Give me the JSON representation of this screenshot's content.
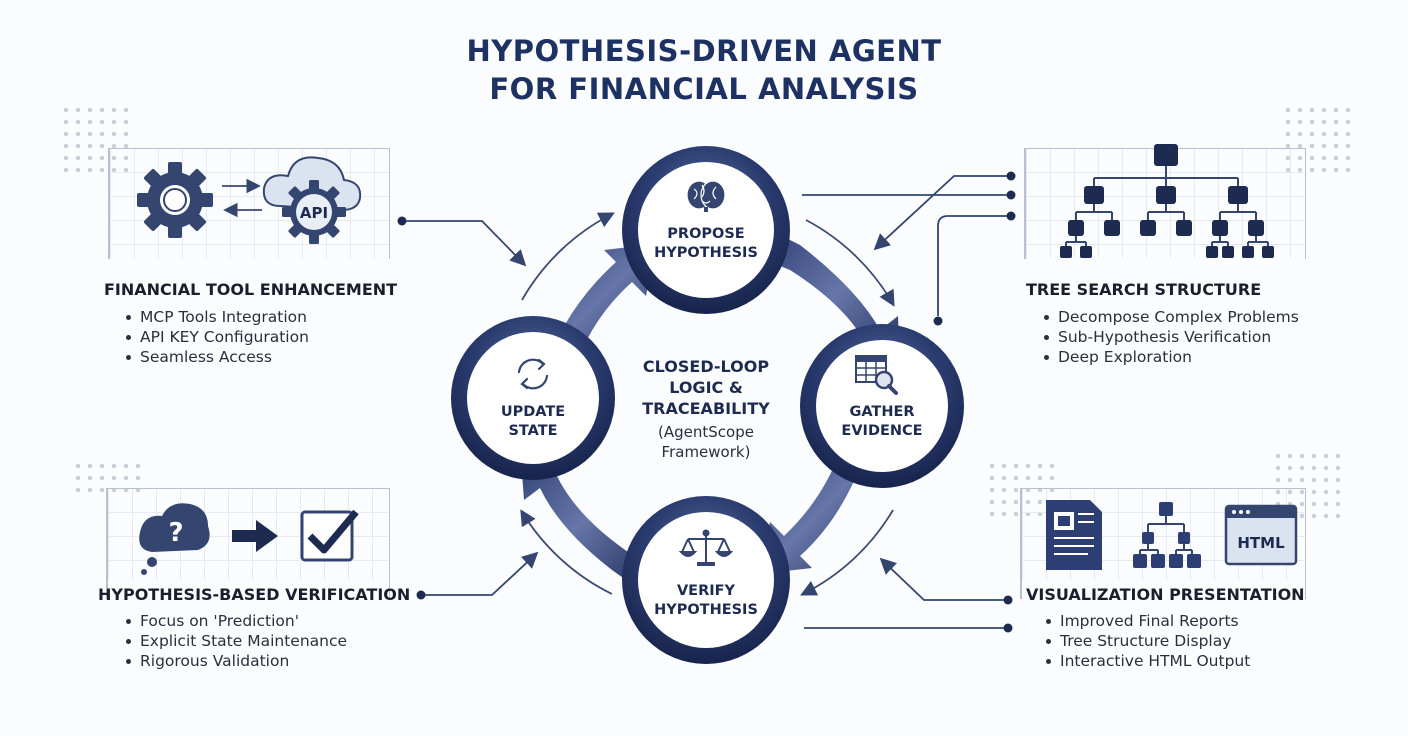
{
  "title": {
    "line1": "HYPOTHESIS-DRIVEN AGENT",
    "line2": "FOR FINANCIAL ANALYSIS"
  },
  "center": {
    "title_lines": [
      "CLOSED-LOOP",
      "LOGIC &",
      "TRACEABILITY"
    ],
    "subtitle_lines": [
      "(AgentScope",
      "Framework)"
    ]
  },
  "cycle": {
    "propose": {
      "line1": "PROPOSE",
      "line2": "HYPOTHESIS",
      "icon": "brain-icon"
    },
    "gather": {
      "line1": "GATHER",
      "line2": "EVIDENCE",
      "icon": "table-search-icon"
    },
    "verify": {
      "line1": "VERIFY",
      "line2": "HYPOTHESIS",
      "icon": "scales-icon"
    },
    "update": {
      "line1": "UPDATE",
      "line2": "STATE",
      "icon": "refresh-icon"
    }
  },
  "sections": {
    "tool": {
      "title": "FINANCIAL TOOL ENHANCEMENT",
      "items": [
        "MCP Tools Integration",
        "API KEY Configuration",
        "Seamless Access"
      ],
      "api_label": "API"
    },
    "tree": {
      "title": "TREE SEARCH STRUCTURE",
      "items": [
        "Decompose Complex Problems",
        "Sub-Hypothesis Verification",
        "Deep Exploration"
      ]
    },
    "verification": {
      "title": "HYPOTHESIS-BASED VERIFICATION",
      "items": [
        "Focus on 'Prediction'",
        "Explicit State Maintenance",
        "Rigorous Validation"
      ],
      "question_mark": "?"
    },
    "visualization": {
      "title": "VISUALIZATION PRESENTATION",
      "items": [
        "Improved Final Reports",
        "Tree Structure Display",
        "Interactive HTML Output"
      ],
      "html_label": "HTML"
    }
  },
  "colors": {
    "navy": "#1d2b50",
    "ring": "#2b3c70",
    "icon": "#34466f",
    "text": "#1a1f2e"
  }
}
